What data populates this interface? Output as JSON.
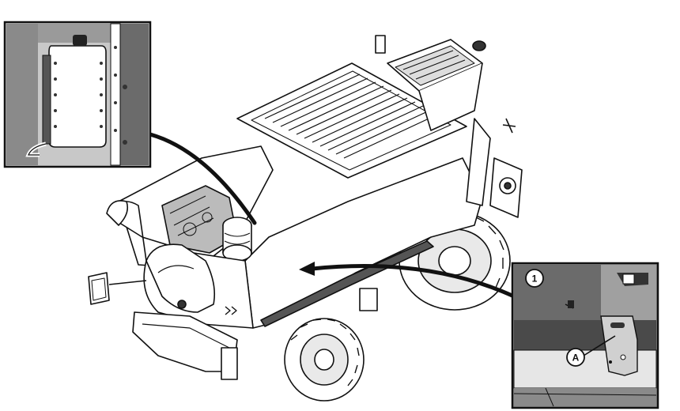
{
  "callouts": {
    "number_label": "1",
    "letter_label": "A"
  },
  "colors": {
    "line": "#111111",
    "panel_fill": "#ffffff",
    "inset_dark": "#4a4a4a",
    "inset_mid": "#8a8a8a",
    "inset_light": "#c8c8c8"
  },
  "icons": {
    "top_left_inset": "coolant-reservoir-detail",
    "bottom_right_inset": "mounting-bracket-detail"
  }
}
